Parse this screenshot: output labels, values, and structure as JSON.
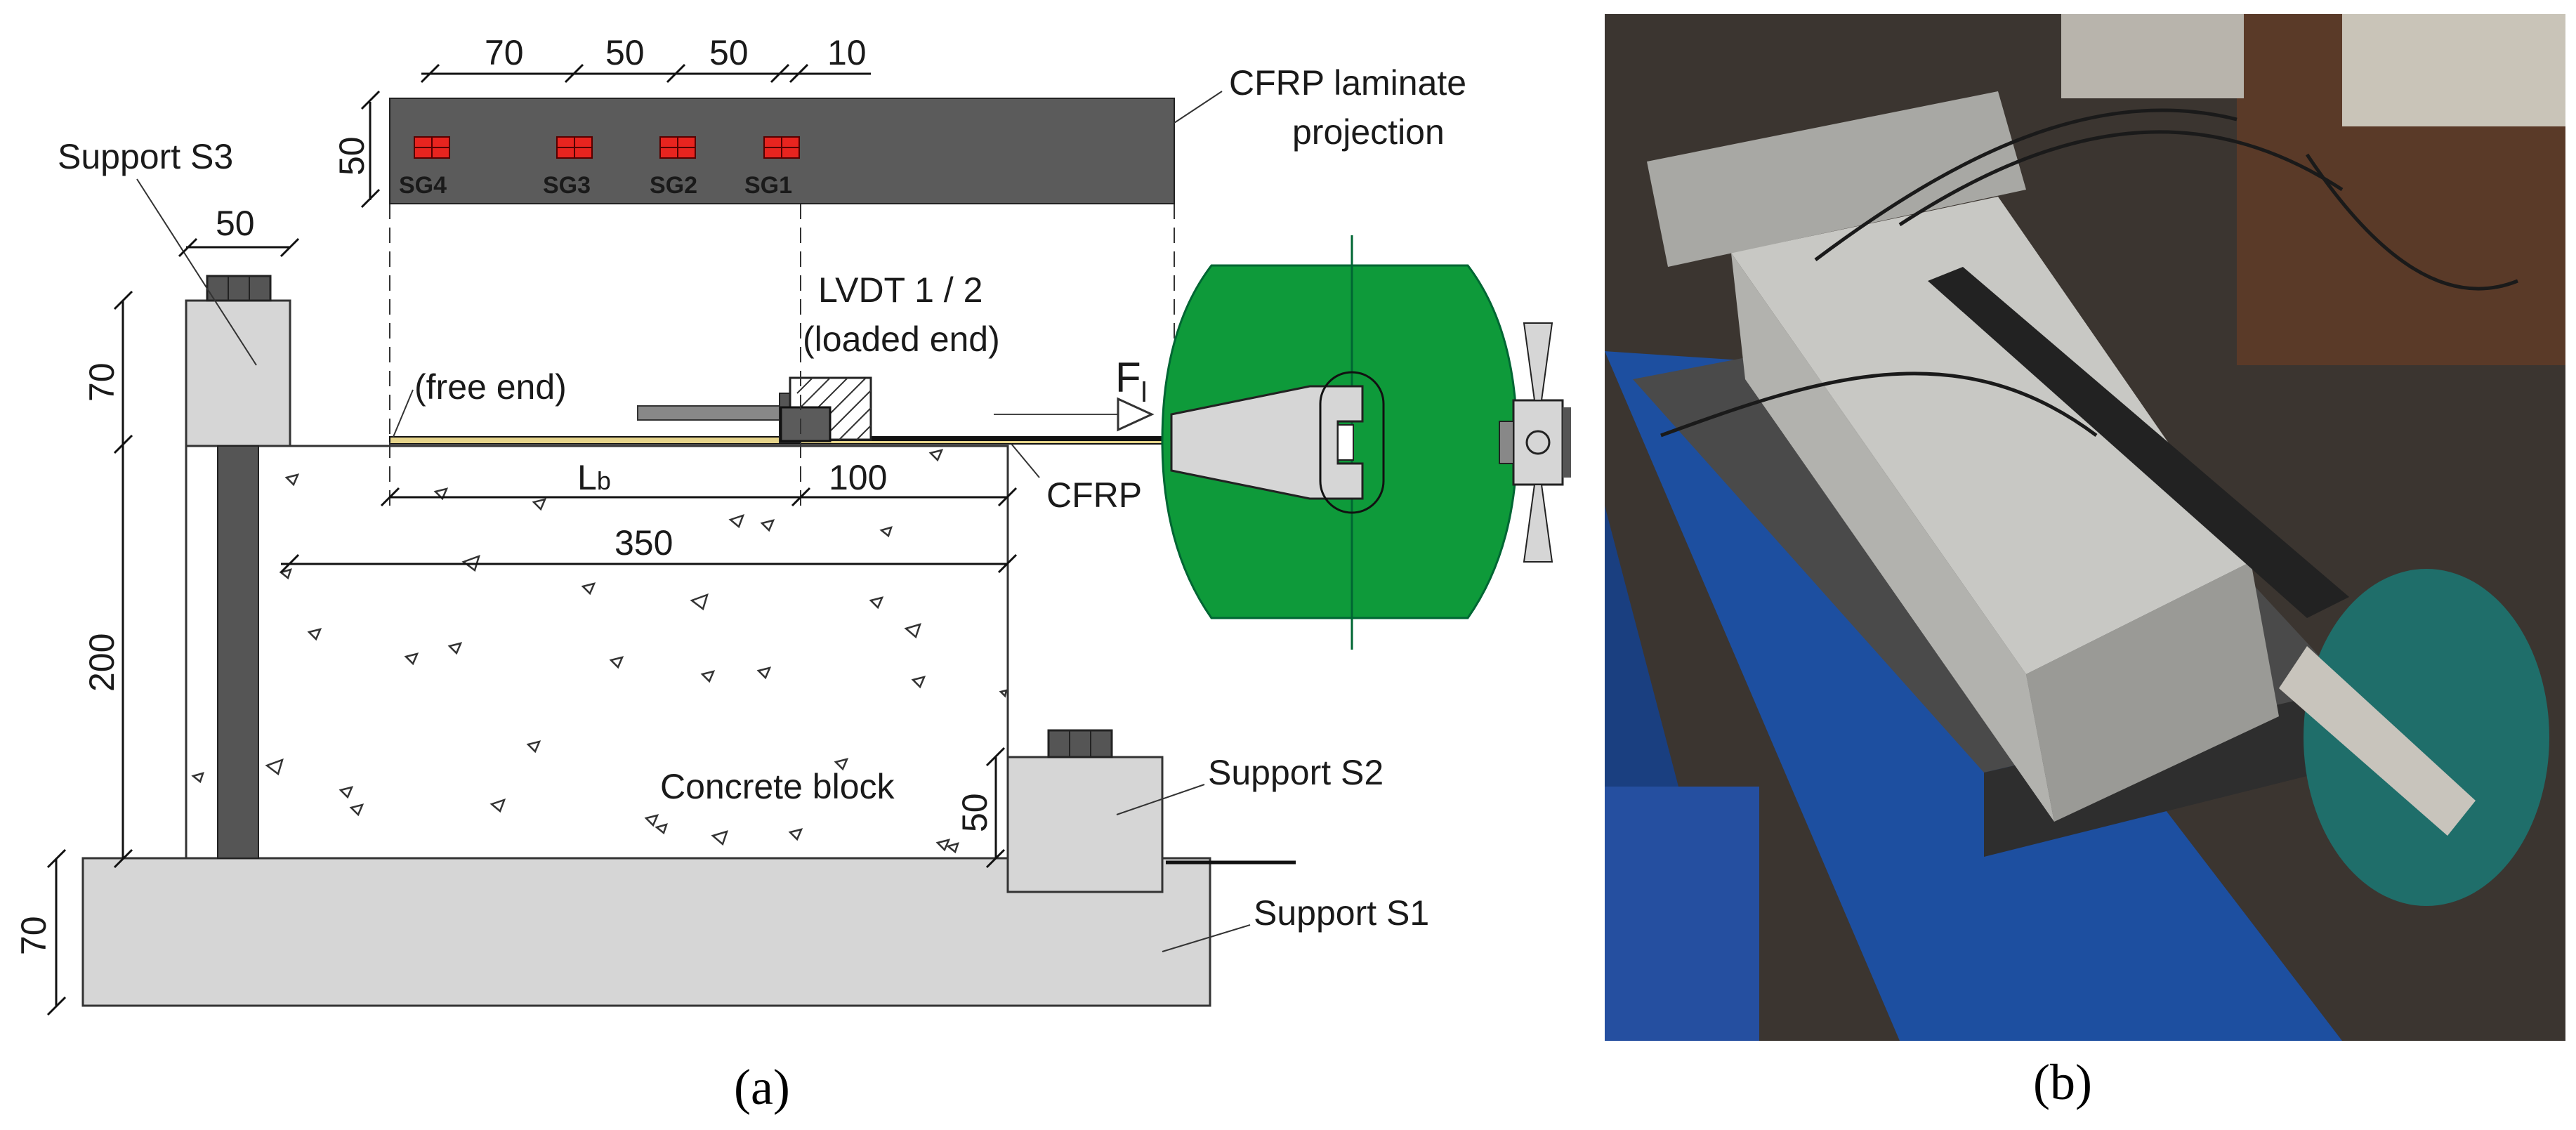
{
  "panel_a": {
    "caption": "(a)",
    "laminate_label_line1": "CFRP laminate",
    "laminate_label_line2": "projection",
    "strain_gauges": [
      "SG4",
      "SG3",
      "SG2",
      "SG1"
    ],
    "top_dims": [
      "70",
      "50",
      "50",
      "10"
    ],
    "laminate_width_dim": "50",
    "support_s3": "Support S3",
    "support_s3_width": "50",
    "support_s3_height": "70",
    "block_height": "200",
    "base_height": "70",
    "free_end": "(free end)",
    "lvdt_line1": "LVDT 1 / 2",
    "lvdt_line2": "(loaded end)",
    "force_label": "F",
    "force_sub": "l",
    "bond_length": "L",
    "bond_length_sub": "b",
    "unbonded_length": "100",
    "block_length": "350",
    "cfrp": "CFRP",
    "concrete_block": "Concrete block",
    "support_s2": "Support S2",
    "support_s2_height": "50",
    "support_s1": "Support S1"
  },
  "panel_b": {
    "caption": "(b)"
  },
  "colors": {
    "laminate": "#5b5b5b",
    "strain_gauge": "#e8241f",
    "grip": "#0e9a3a",
    "support": "#d6d6d6",
    "rod": "#555555"
  }
}
